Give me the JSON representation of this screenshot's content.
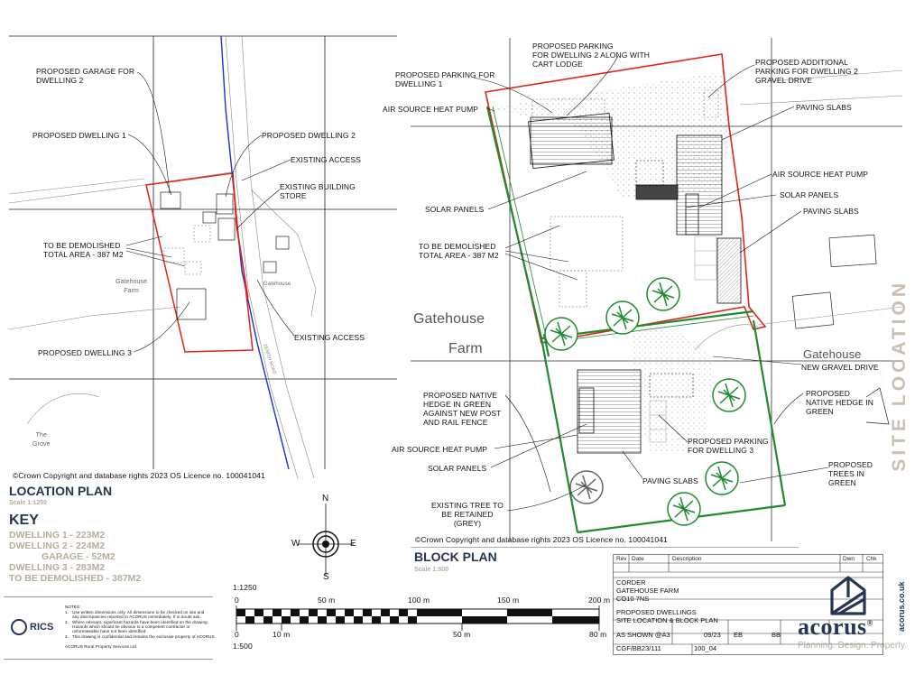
{
  "location_plan": {
    "labels": {
      "garage": "PROPOSED GARAGE FOR\nDWELLING 2",
      "dwelling1": "PROPOSED DWELLING 1",
      "dwelling2": "PROPOSED DWELLING 2",
      "existing_access_top": "EXISTING ACCESS",
      "existing_store": "EXISTING BUILDING\nSTORE",
      "demolished": "TO BE DEMOLISHED\nTOTAL AREA - 387 M2",
      "dwelling3": "PROPOSED DWELLING 3",
      "existing_access_bottom": "EXISTING ACCESS",
      "gatehouse_farm": "Gatehouse\nFarm",
      "gatehouse_small": "Gatehouse",
      "the_grove": "The\nGrove",
      "road": "ZENITH ROAD"
    },
    "copyright": "©Crown Copyright and database rights 2023 OS Licence no. 100041041",
    "title": "LOCATION PLAN",
    "scale": "Scale 1:1250"
  },
  "key": {
    "title": "KEY",
    "items": [
      "DWELLING 1 - 223M2",
      "DWELLING 2 - 224M2",
      "GARAGE - 52M2",
      "DWELLING 3 - 283M2"
    ],
    "demolished": "TO BE DEMOLISHED - 387M2"
  },
  "compass": {
    "n": "N",
    "s": "S",
    "e": "E",
    "w": "W"
  },
  "block_plan": {
    "labels": {
      "parking_d2_cart": "PROPOSED PARKING\nFOR DWELLING 2 ALONG WITH\nCART LODGE",
      "parking_d1": "PROPOSED PARKING FOR\nDWELLING 1",
      "additional_parking": "PROPOSED ADDITIONAL\nPARKING FOR DWELLING 2\nGRAVEL DRIVE",
      "ashp_top": "AIR SOURCE HEAT PUMP",
      "paving_top": "PAVING SLABS",
      "ashp_right": "AIR SOURCE HEAT PUMP",
      "solar_right": "SOLAR PANELS",
      "solar_left": "SOLAR PANELS",
      "paving_right": "PAVING SLABS",
      "demolished": "TO BE DEMOLISHED\nTOTAL AREA - 387 M2",
      "gatehouse": "Gatehouse",
      "farm": "Farm",
      "gatehouse_right": "Gatehouse",
      "gravel_drive": "NEW GRAVEL DRIVE",
      "native_hedge_left": "PROPOSED NATIVE\nHEDGE IN GREEN\nAGAINST NEW POST\nAND RAIL FENCE",
      "native_hedge_right": "PROPOSED\nNATIVE HEDGE IN\nGREEN",
      "ashp_bottom": "AIR SOURCE HEAT PUMP",
      "parking_d3": "PROPOSED PARKING\nFOR DWELLING 3",
      "solar_bottom": "SOLAR PANELS",
      "paving_bottom": "PAVING SLABS",
      "trees": "PROPOSED\nTREES IN\nGREEN",
      "existing_tree": "EXISTING TREE TO\nBE RETAINED\n(GREY)"
    },
    "copyright": "©Crown Copyright and database rights 2023 OS Licence no. 100041041",
    "title": "BLOCK PLAN",
    "scale": "Scale 1:500"
  },
  "scale_bar": {
    "top_ratio": "1:1250",
    "top_ticks": [
      "0",
      "50 m",
      "100 m",
      "150 m",
      "200 m"
    ],
    "bottom_ratio": "1:500",
    "bottom_ticks": [
      "0",
      "10 m",
      "50 m",
      "80 m"
    ]
  },
  "notes": {
    "heading": "NOTES:",
    "lines": [
      "1.   Use written dimensions only. All dimensions to be checked on site and",
      "      any discrepancies reported to ACORUS immediately. If in doubt ask.",
      "2.   Where relevant, significant hazards have been identified on the drawing.",
      "      Hazards which should be obvious to a competent contractor or",
      "      unforeseeable have not been identified.",
      "3.   This drawing is confidential and remains the exclusive property of ACORUS."
    ],
    "footer": "ACORUS Rural Property Services Ltd.",
    "rics": "RICS"
  },
  "title_block": {
    "rev_headers": [
      "Rev",
      "Date",
      "Description",
      "Dwn",
      "Chk"
    ],
    "client": "CORDER\nGATEHOUSE FARM\nCO10 7NS",
    "project": "PROPOSED DWELLINGS\nSITE LOCATION & BLOCK PLAN",
    "scale": "AS SHOWN @A3",
    "date": "09/23",
    "drawn": "EB",
    "checked": "BB",
    "job_no": "CGF/BB23/111",
    "drg_no": "100_04"
  },
  "brand": {
    "name": "acorus",
    "tagline": "Planning. Design. Property.",
    "website": "acorus.co.uk",
    "registered": "®"
  },
  "side_title": "SITE LOCATION",
  "colors": {
    "boundary_red": "#e0241b",
    "hedge_green": "#1f8a2e",
    "road_blue": "#1b2fd6",
    "brand_tan": "#b7ad9f",
    "brand_navy": "#243652"
  }
}
